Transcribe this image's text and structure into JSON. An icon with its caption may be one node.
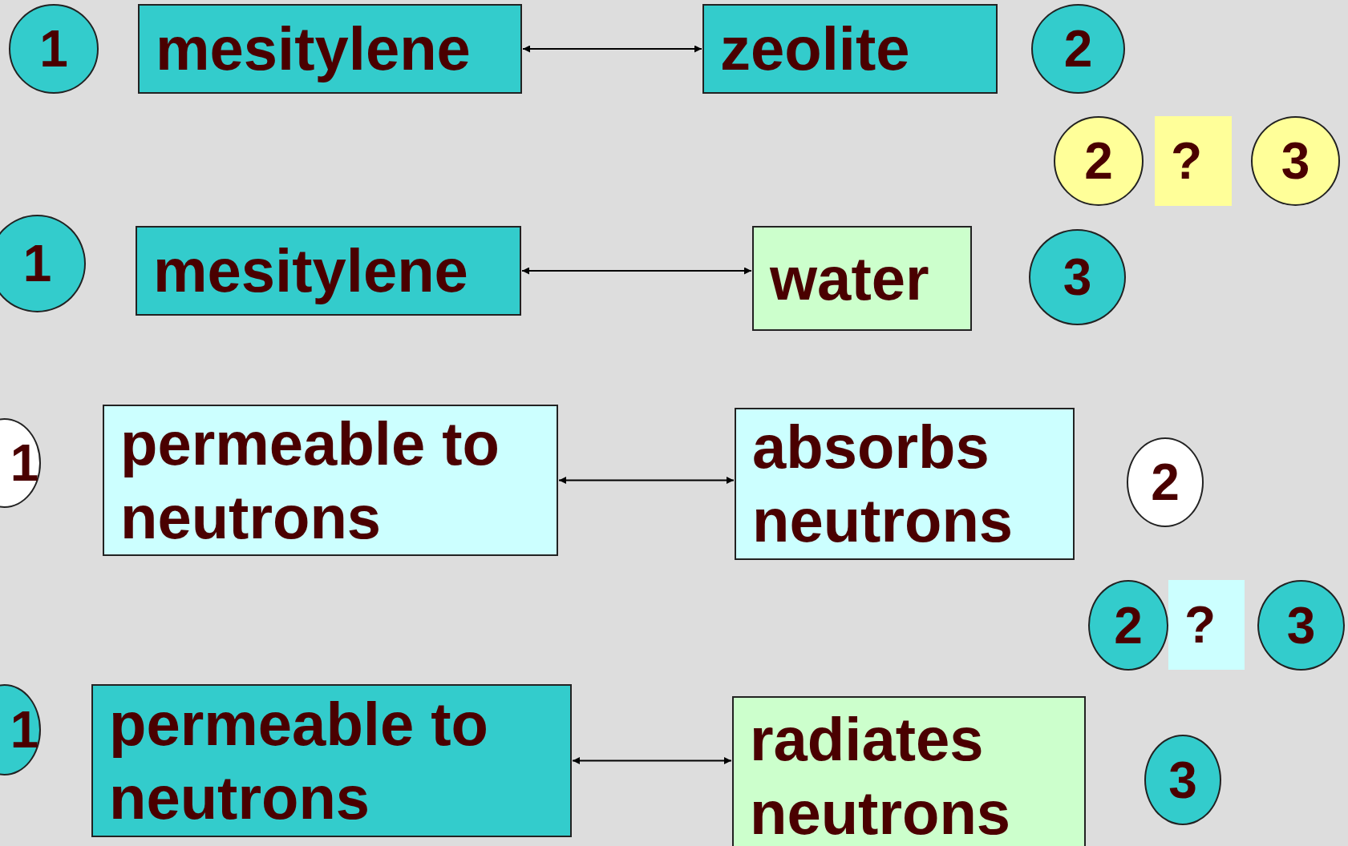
{
  "diagram": {
    "nodes": [
      {
        "text": [
          "1"
        ]
      },
      {
        "text": [
          "mesitylene"
        ]
      },
      {
        "text": [
          "zeolite"
        ]
      },
      {
        "text": [
          "2"
        ]
      },
      {
        "text": [
          "2"
        ]
      },
      {
        "text": [
          "?"
        ]
      },
      {
        "text": [
          "3"
        ]
      },
      {
        "text": [
          "1"
        ]
      },
      {
        "text": [
          "mesitylene"
        ]
      },
      {
        "text": [
          "water"
        ]
      },
      {
        "text": [
          "3"
        ]
      },
      {
        "text": [
          "1"
        ]
      },
      {
        "text": [
          "permeable to neutrons"
        ]
      },
      {
        "text": [
          "absorbs neutrons"
        ]
      },
      {
        "text": [
          "2"
        ]
      },
      {
        "text": [
          "2"
        ]
      },
      {
        "text": [
          "?"
        ]
      },
      {
        "text": [
          "3"
        ]
      },
      {
        "text": [
          "1"
        ]
      },
      {
        "text": [
          "permeable to neutrons"
        ]
      },
      {
        "text": [
          "radiates neutrons"
        ]
      },
      {
        "text": [
          "3"
        ]
      }
    ],
    "edges": [
      {
        "from": 1,
        "to": 2,
        "arrow": "both"
      },
      {
        "from": 8,
        "to": 9,
        "arrow": "both"
      },
      {
        "from": 12,
        "to": 13,
        "arrow": "both"
      },
      {
        "from": 19,
        "to": 20,
        "arrow": "both"
      }
    ]
  }
}
